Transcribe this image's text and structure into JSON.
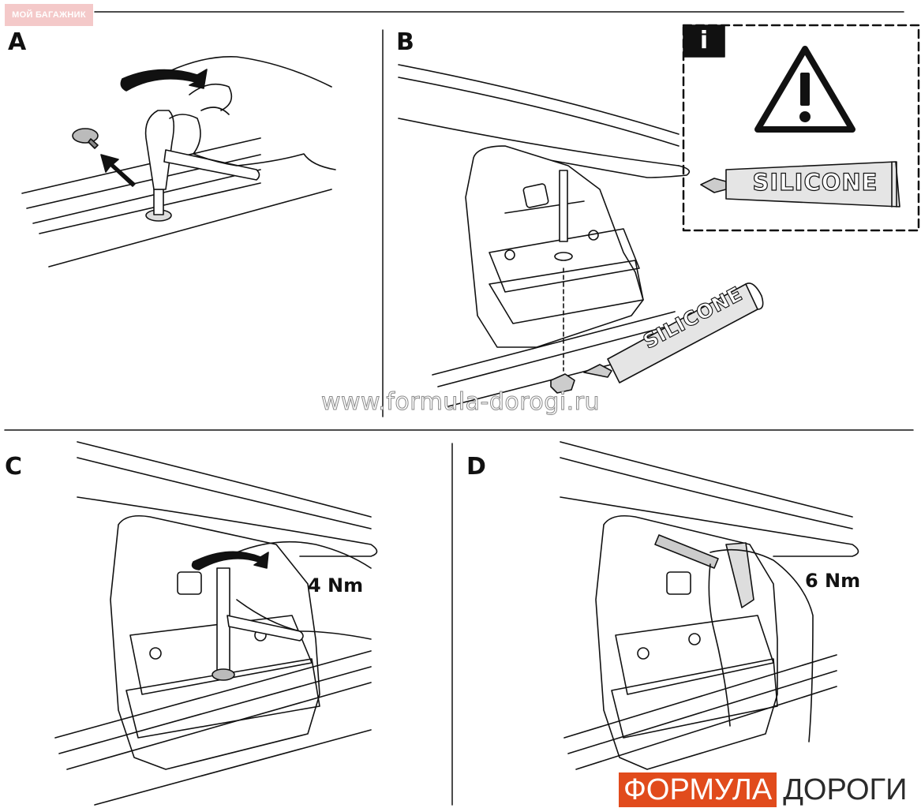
{
  "stamp": {
    "text": "МОЙ БАГАЖНИК"
  },
  "panels": {
    "a": {
      "letter": "A"
    },
    "b": {
      "letter": "B",
      "info_icon": "i",
      "warning_icon": "warning-triangle-icon",
      "tube_label": "SILICONE",
      "tube_label_small": "SILICONE"
    },
    "c": {
      "letter": "C",
      "torque": "4 Nm"
    },
    "d": {
      "letter": "D",
      "torque": "6 Nm"
    }
  },
  "watermark": {
    "text": "www.formula-dorogi.ru"
  },
  "brand": {
    "part1": "ФОРМУЛА",
    "part2": "ДОРОГИ",
    "accent": "#e14b1c"
  }
}
